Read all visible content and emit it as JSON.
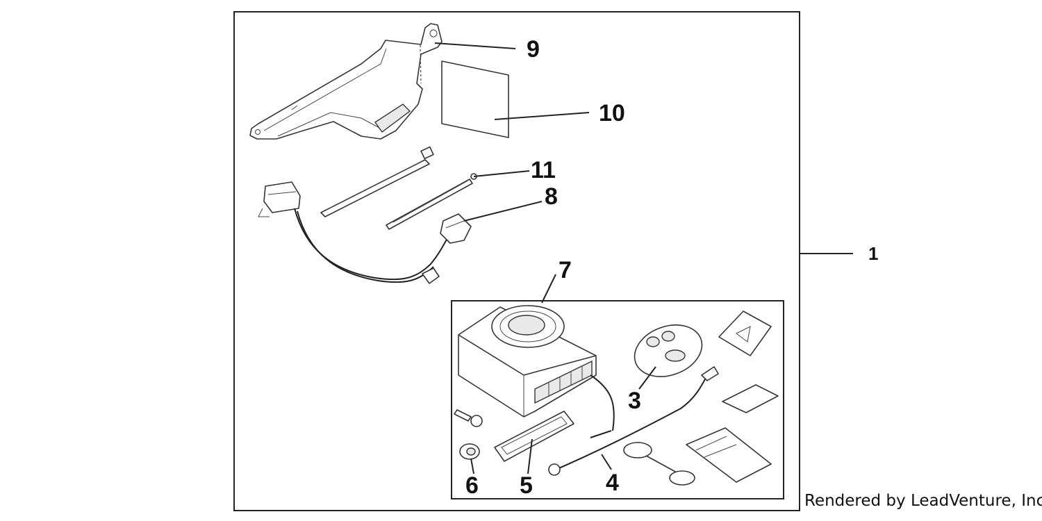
{
  "diagram": {
    "callouts": {
      "c1": "1",
      "c3": "3",
      "c4": "4",
      "c5": "5",
      "c6": "6",
      "c7": "7",
      "c8": "8",
      "c9": "9",
      "c10": "10",
      "c11": "11"
    },
    "credit": "Rendered by LeadVenture, Inc."
  }
}
